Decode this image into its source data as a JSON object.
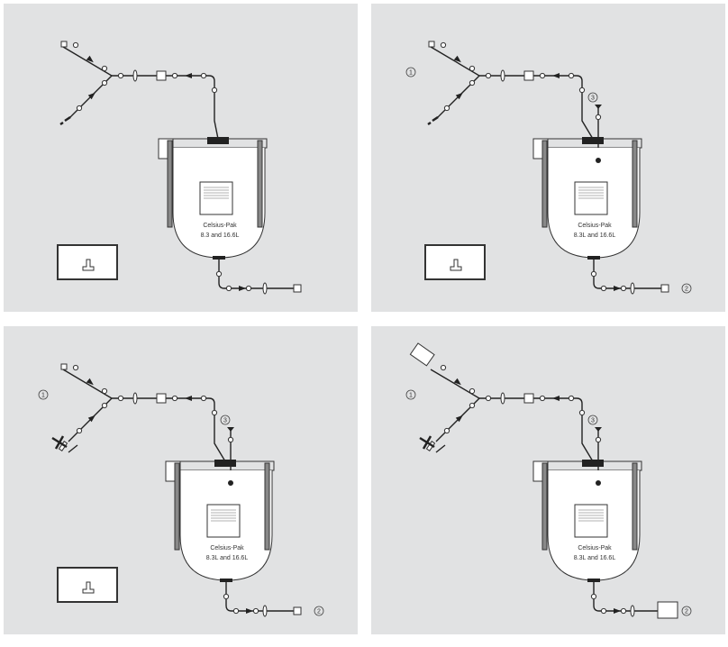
{
  "panels": [
    {
      "id": "p1",
      "bag_label_line1": "Celsius-Pak",
      "bag_label_line2": "8.3 and 16.6L",
      "show_control_box": true,
      "show_numbers": false,
      "variant": 1
    },
    {
      "id": "p2",
      "bag_label_line1": "Celsius-Pak",
      "bag_label_line2": "8.3L and 16.6L",
      "show_control_box": true,
      "show_numbers": true,
      "variant": 2,
      "numbers": [
        "1",
        "2",
        "3"
      ]
    },
    {
      "id": "p3",
      "bag_label_line1": "Celsius-Pak",
      "bag_label_line2": "8.3L and 16.6L",
      "show_control_box": true,
      "show_numbers": true,
      "variant": 3,
      "numbers": [
        "1",
        "2",
        "3"
      ]
    },
    {
      "id": "p4",
      "bag_label_line1": "Celsius-Pak",
      "bag_label_line2": "8.3L and 16.6L",
      "show_control_box": false,
      "show_numbers": true,
      "variant": 4,
      "numbers": [
        "1",
        "2",
        "3"
      ]
    }
  ]
}
